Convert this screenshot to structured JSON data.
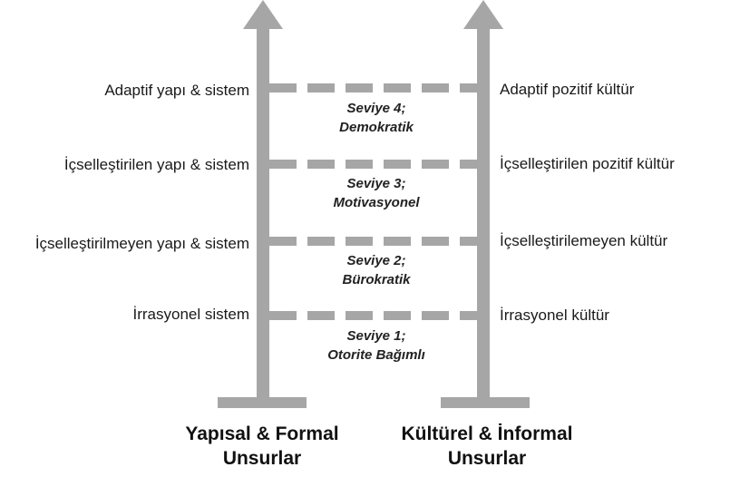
{
  "left_column": {
    "title_line1": "Yapısal & Formal",
    "title_line2": "Unsurlar",
    "labels": [
      "Adaptif yapı & sistem",
      "İçselleştirilen yapı & sistem",
      "İçselleştirilmeyen yapı & sistem",
      "İrrasyonel sistem"
    ]
  },
  "right_column": {
    "title_line1": "Kültürel & İnformal",
    "title_line2": "Unsurlar",
    "labels": [
      "Adaptif pozitif kültür",
      "İçselleştirilen pozitif kültür",
      "İçselleştirilemeyen kültür",
      "İrrasyonel kültür"
    ]
  },
  "levels": [
    {
      "line1": "Seviye 4;",
      "line2": "Demokratik"
    },
    {
      "line1": "Seviye 3;",
      "line2": "Motivasyonel"
    },
    {
      "line1": "Seviye 2;",
      "line2": "Bürokratik"
    },
    {
      "line1": "Seviye 1;",
      "line2": "Otorite Bağımlı"
    }
  ],
  "colors": {
    "structure": "#a6a6a6",
    "text": "#1a1a1a"
  }
}
